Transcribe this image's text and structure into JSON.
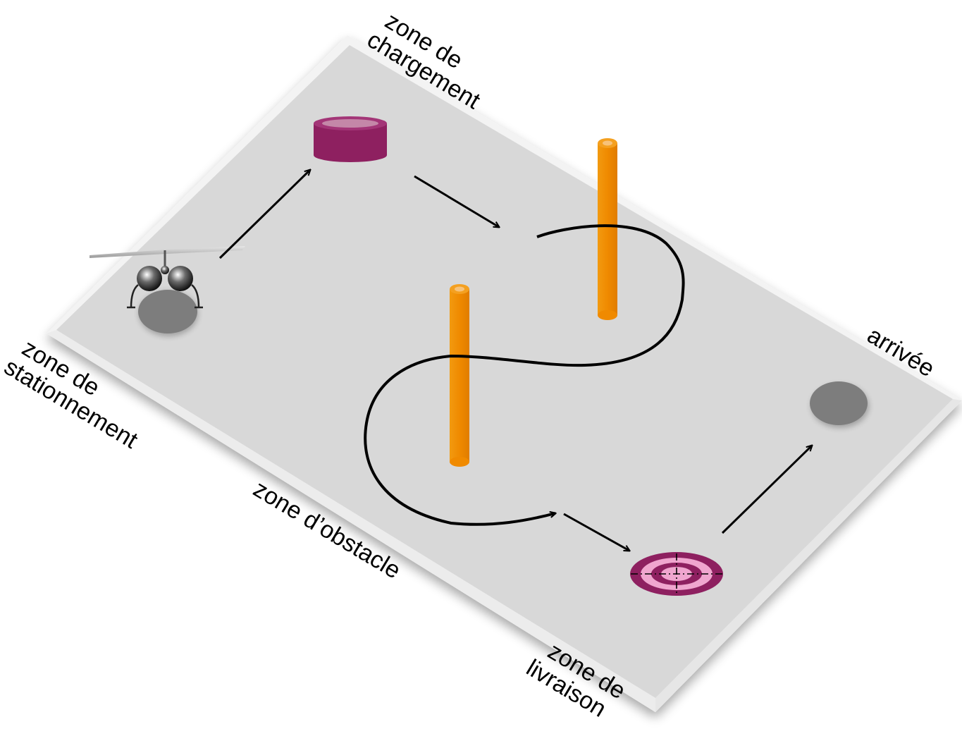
{
  "labels": {
    "parking": [
      "zone de",
      "stationnement"
    ],
    "loading": [
      "zone de",
      "chargement"
    ],
    "obstacle": [
      "zone d’obstacle"
    ],
    "delivery": [
      "zone de",
      "livraison"
    ],
    "arrival": [
      "arrivée"
    ]
  },
  "colors": {
    "board_top": "#d8d8d8",
    "board_edge": "#f2f2f2",
    "pad": "#7a7a7a",
    "cargo": "#8e2060",
    "cargo_top": "#c487a8",
    "pole": "#f09000",
    "pole_top": "#f7c27a",
    "target_dark": "#8e2060",
    "target_light": "#f0a6cf",
    "path": "#000000"
  },
  "icons": {
    "drone": "drone-icon",
    "cargo": "cargo-cylinder-icon",
    "target": "target-icon"
  }
}
